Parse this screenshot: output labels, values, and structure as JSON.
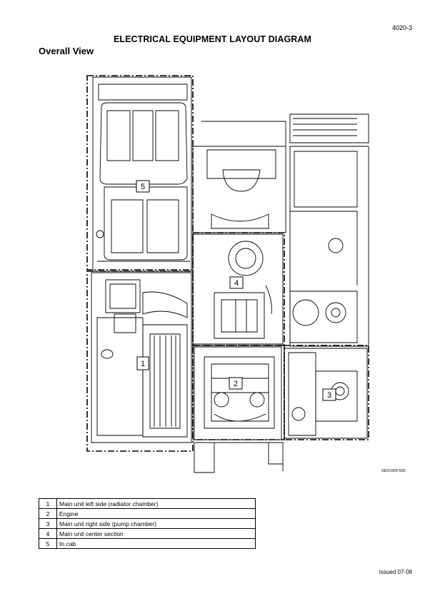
{
  "page_number": "4020-3",
  "title": "ELECTRICAL EQUIPMENT LAYOUT DIAGRAM",
  "subtitle": "Overall View",
  "diagram": {
    "callouts": [
      "1",
      "2",
      "3",
      "4",
      "5"
    ],
    "reference_code": "SE01009-505"
  },
  "legend": [
    {
      "num": "1",
      "text": "Main unit left side (radiator chamber)"
    },
    {
      "num": "2",
      "text": "Engine"
    },
    {
      "num": "3",
      "text": "Main unit right side (pump chamber)"
    },
    {
      "num": "4",
      "text": "Main unit center section"
    },
    {
      "num": "5",
      "text": "In cab"
    }
  ],
  "footer": "Issued 07-08"
}
